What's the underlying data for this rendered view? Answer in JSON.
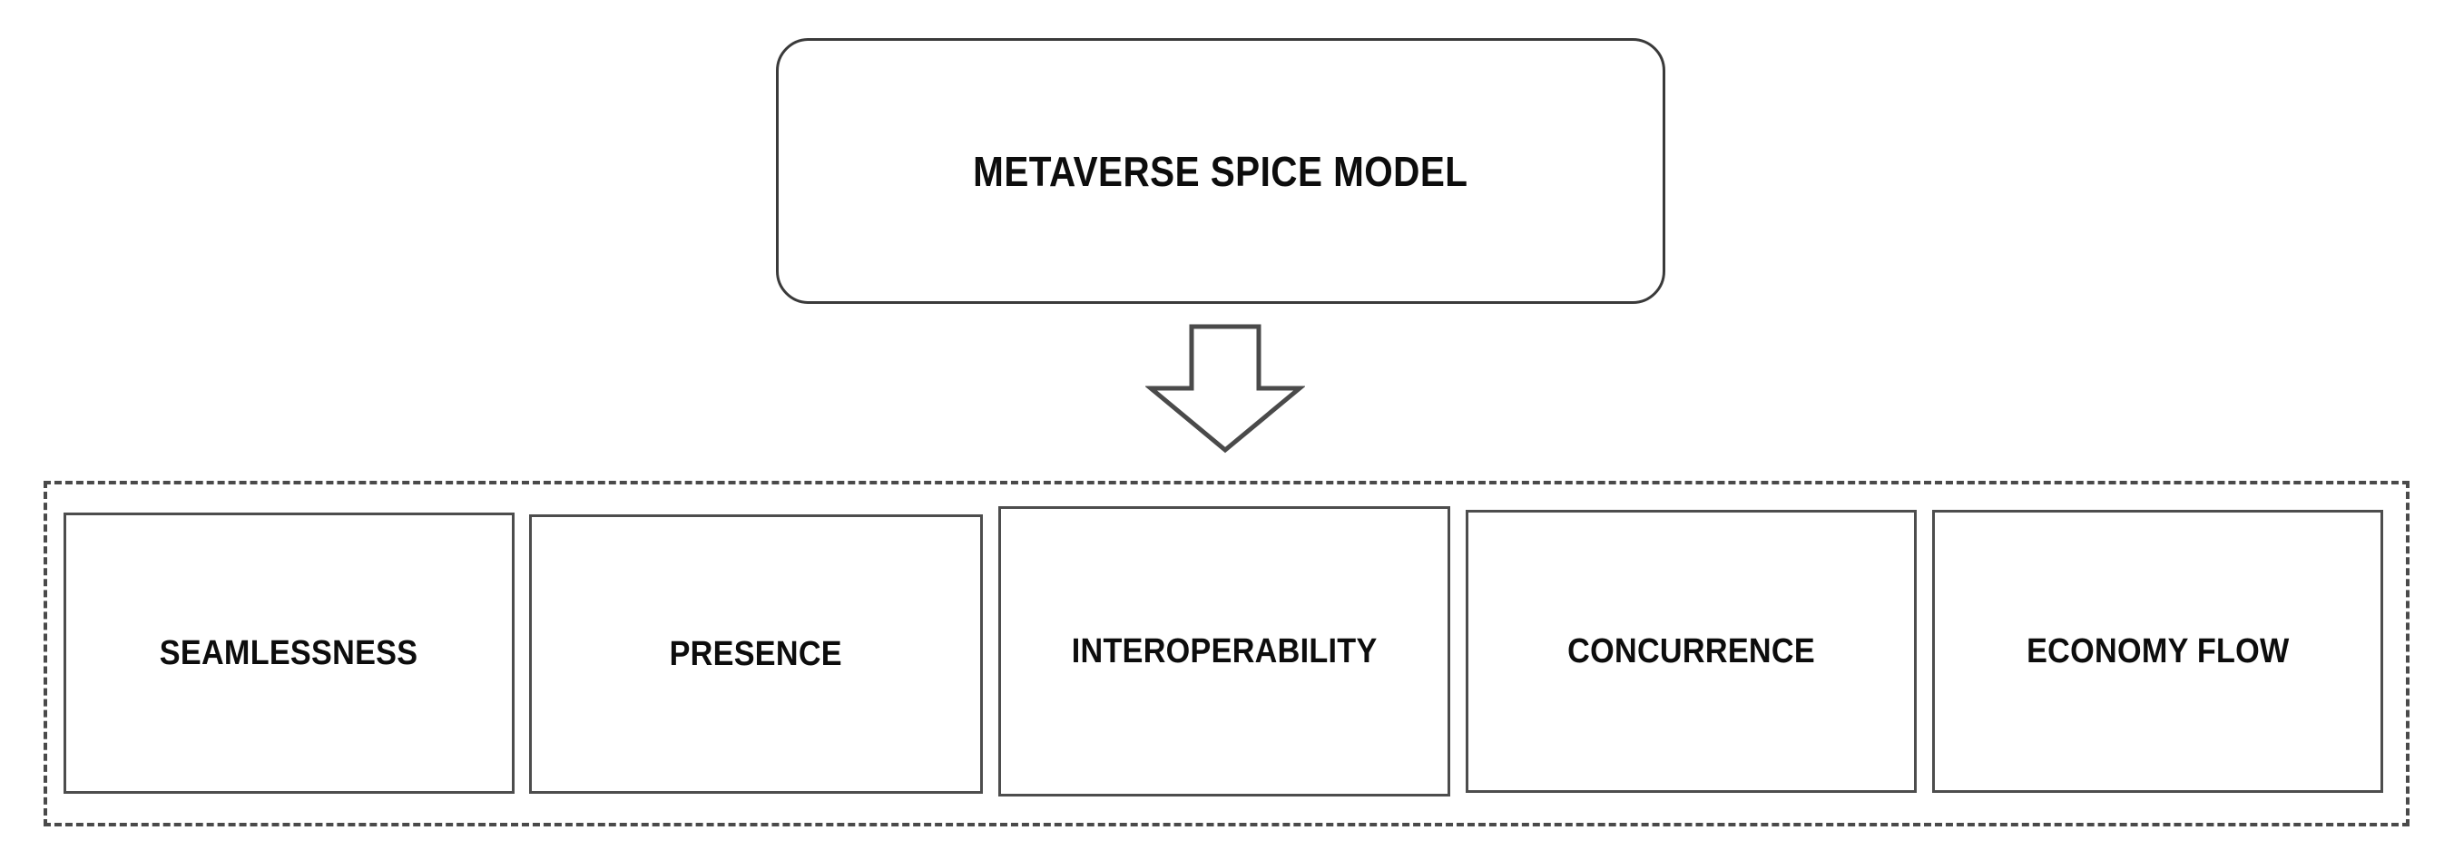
{
  "diagram": {
    "type": "hierarchy-flow",
    "background_color": "#ffffff",
    "line_color": "#3a3a3a",
    "text_color": "#0d0d0d",
    "root": {
      "label": "METAVERSE SPICE MODEL",
      "shape": "rounded-rectangle"
    },
    "connector": {
      "icon": "down-block-arrow",
      "direction": "down",
      "fill": "#ffffff",
      "stroke": "#4a4a4a"
    },
    "group": {
      "border_style": "dashed",
      "border_color": "#4a4a4a",
      "components": [
        {
          "label": "SEAMLESSNESS"
        },
        {
          "label": "PRESENCE"
        },
        {
          "label": "INTEROPERABILITY"
        },
        {
          "label": "CONCURRENCE"
        },
        {
          "label": "ECONOMY FLOW"
        }
      ]
    }
  }
}
